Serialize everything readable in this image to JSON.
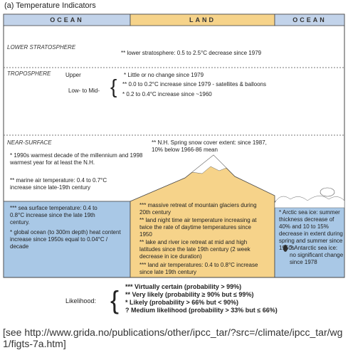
{
  "title": "(a) Temperature Indicators",
  "columns": {
    "ocean_left": "OCEAN",
    "land": "LAND",
    "ocean_right": "OCEAN"
  },
  "lower_stratosphere": {
    "heading": "LOWER STRATOSPHERE",
    "text": "** lower stratosphere: 0.5 to 2.5°C decrease since 1979"
  },
  "troposphere": {
    "heading": "TROPOSPHERE",
    "upper_label": "Upper",
    "upper_text": "* Little or no change since 1979",
    "low_mid_label": "Low- to Mid-",
    "low_mid_1": "** 0.0 to 0.2°C increase since 1979 - satellites & balloons",
    "low_mid_2": "* 0.2 to 0.4°C increase since ~1960"
  },
  "near_surface": {
    "heading": "NEAR-SURFACE",
    "snow_cover": "** N.H. Spring snow cover extent: since 1987, 10% below 1966-86 mean",
    "warmest_decade": "* 1990s warmest decade of the millennium and 1998 warmest year for at least the N.H.",
    "marine_air": "** marine air temperature: 0.4 to 0.7°C increase since late-19th century"
  },
  "ocean_box": {
    "sst": "*** sea surface temperature: 0.4 to 0.8°C increase since the late 19th century.",
    "global_ocean": "* global ocean (to 300m depth) heat content increase since 1950s equal to 0.04°C / decade"
  },
  "land_box": {
    "glaciers": "*** massive retreat of mountain glaciers during 20th century",
    "night_time": "** land night time air temperature increasing at twice the rate of daytime temperatures since 1950",
    "lake_ice": "** lake and river ice retreat at mid and high latitudes since the late 19th century (2 week decrease in ice duration)",
    "land_air": "*** land air temperatures: 0.4 to 0.8°C increase since late 19th century"
  },
  "sea_ice_box": {
    "summer": "* Arctic sea ice: summer thickness decrease of 40% and 10 to 15% decrease in extent during spring and summer since 1950s",
    "antarctic": "? Antarctic sea ice: no significant change since 1978"
  },
  "likelihood": {
    "label": "Likelihood:",
    "items": [
      "*** Virtually certain (probability > 99%)",
      "** Very likely (probability ≥ 90% but ≤ 99%)",
      "* Likely (probability > 66% but < 90%)",
      "? Medium likelihood (probability > 33% but ≤ 66%)"
    ]
  },
  "source": "[see http://www.grida.no/publications/other/ipcc_tar/?src=/climate/ipcc_tar/wg1/figts-7a.htm]",
  "colors": {
    "ocean": "#a9c8e6",
    "land": "#f6d38a",
    "mountain": "#b98a4a",
    "header_ocean": "#c2d3ea",
    "header_land": "#f6d38a"
  }
}
